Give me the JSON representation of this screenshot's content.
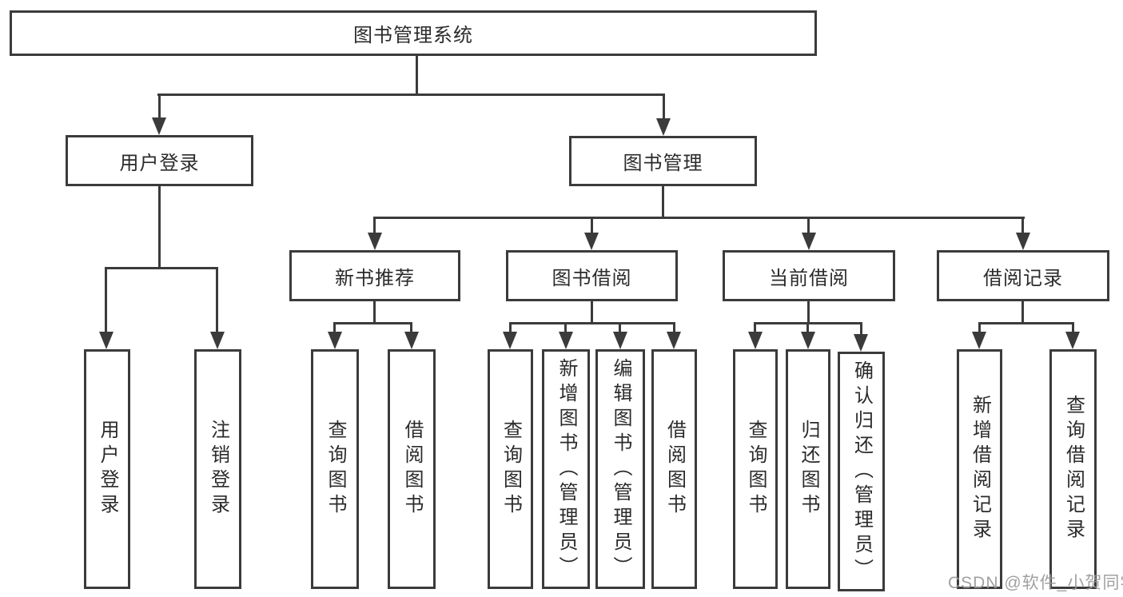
{
  "colors": {
    "line": "#3b3b3b",
    "text": "#2b2b2b",
    "watermark": "#989898",
    "background": "#ffffff"
  },
  "diagram": {
    "root": {
      "label": "图书管理系统"
    },
    "level2": {
      "user": {
        "label": "用户登录"
      },
      "management": {
        "label": "图书管理"
      }
    },
    "level3": {
      "recommend": {
        "label": "新书推荐"
      },
      "borrow": {
        "label": "图书借阅"
      },
      "current": {
        "label": "当前借阅"
      },
      "record": {
        "label": "借阅记录"
      }
    },
    "leaves": {
      "user": [
        "用户登录",
        "注销登录"
      ],
      "recommend": [
        "查询图书",
        "借阅图书"
      ],
      "borrow": [
        "查询图书",
        "新增图书（管理员）",
        "编辑图书（管理员）",
        "借阅图书"
      ],
      "current": [
        "查询图书",
        "归还图书",
        "确认归还（管理员）"
      ],
      "record": [
        "新增借阅记录",
        "查询借阅记录"
      ]
    }
  },
  "watermark": {
    "text": "CSDN @软件_小贺同学"
  }
}
